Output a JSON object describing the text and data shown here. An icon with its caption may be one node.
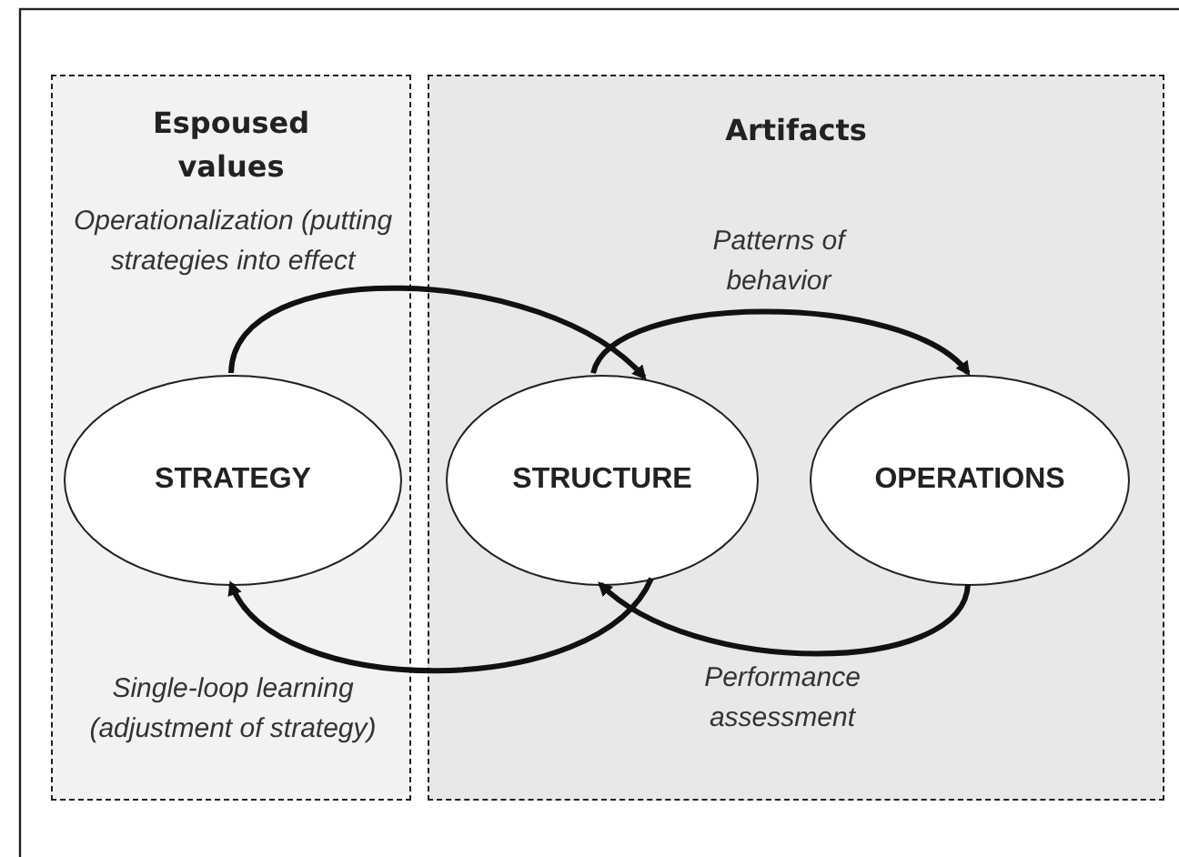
{
  "diagram": {
    "nodes": [
      {
        "text": [
          "Espoused values"
        ]
      },
      {
        "text": [
          "Artifacts"
        ]
      },
      {
        "text": [
          "STRATEGY"
        ],
        "in": 0
      },
      {
        "text": [
          "STRUCTURE"
        ],
        "in": 1
      },
      {
        "text": [
          "OPERATIONS"
        ],
        "in": 1
      }
    ],
    "edges": [
      {
        "from": 2,
        "to": 3,
        "arrow": "to",
        "label": "Operationalization (putting strategies into effect"
      },
      {
        "from": 3,
        "to": 4,
        "arrow": "to",
        "label": "Patterns of behavior"
      },
      {
        "from": 4,
        "to": 3,
        "arrow": "to",
        "label": "Performance assessment"
      },
      {
        "from": 3,
        "to": 2,
        "arrow": "to",
        "label": "Single-loop learning (adjustment of strategy)"
      }
    ]
  }
}
